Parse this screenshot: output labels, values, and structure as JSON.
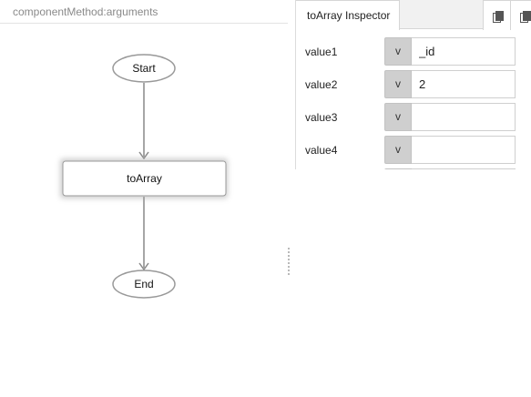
{
  "editor": {
    "title": "componentMethod:arguments"
  },
  "flow": {
    "nodes": [
      {
        "id": "start",
        "label": "Start"
      },
      {
        "id": "toArray",
        "label": "toArray"
      },
      {
        "id": "end",
        "label": "End"
      }
    ]
  },
  "inspector": {
    "tab_label": "toArray Inspector",
    "copy_icon": "copy-icon",
    "rows": [
      {
        "label": "value1",
        "toggle": "v",
        "value": "_id"
      },
      {
        "label": "value2",
        "toggle": "v",
        "value": "2"
      },
      {
        "label": "value3",
        "toggle": "v",
        "value": ""
      },
      {
        "label": "value4",
        "toggle": "v",
        "value": ""
      }
    ]
  }
}
